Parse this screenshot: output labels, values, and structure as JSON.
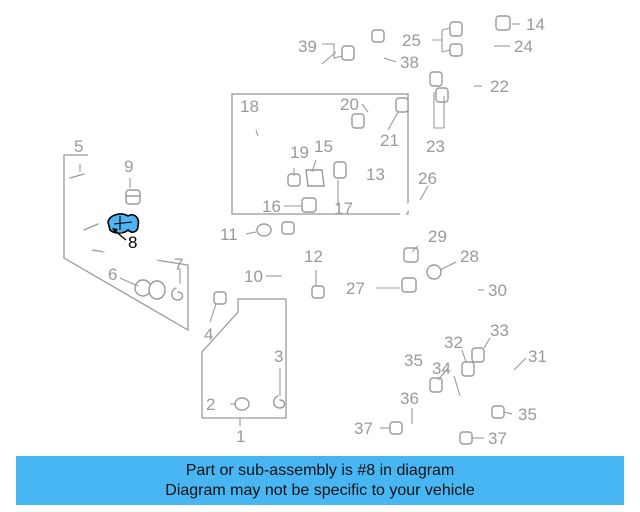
{
  "diagram": {
    "highlight_part": "8",
    "colors": {
      "line": "#9a9a9a",
      "highlight_fill": "#4fb4f0",
      "highlight_stroke": "#000000",
      "banner": "#47b6f3"
    },
    "callouts": {
      "c1": "1",
      "c2": "2",
      "c3": "3",
      "c4": "4",
      "c5": "5",
      "c6": "6",
      "c7": "7",
      "c8": "8",
      "c9": "9",
      "c10": "10",
      "c11": "11",
      "c12": "12",
      "c13": "13",
      "c14": "14",
      "c15": "15",
      "c16": "16",
      "c17": "17",
      "c18": "18",
      "c19": "19",
      "c20": "20",
      "c21": "21",
      "c22": "22",
      "c23": "23",
      "c24": "24",
      "c25": "25",
      "c26": "26",
      "c27": "27",
      "c28": "28",
      "c29": "29",
      "c30": "30",
      "c31": "31",
      "c32": "32",
      "c33": "33",
      "c34": "34",
      "c35": "35",
      "c36": "36",
      "c37": "37",
      "c38": "38",
      "c39": "39"
    }
  },
  "banner": {
    "line1": "Part or sub-assembly is #8 in diagram",
    "line2": "Diagram may not be specific to your vehicle"
  }
}
